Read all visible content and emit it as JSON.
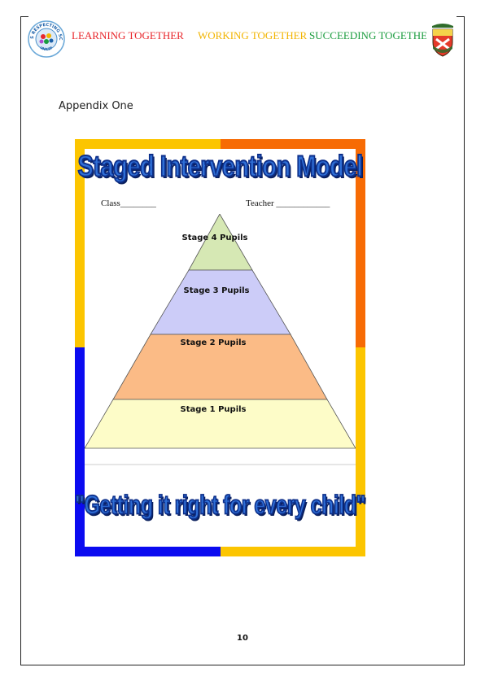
{
  "header": {
    "motto_learning": "LEARNING TOGETHER",
    "motto_working": "WORKING TOGETHER",
    "motto_succeeding": "SUCCEEDING TOGETHER",
    "left_logo_text": "RIGHTS RESPECTING SCHOOL",
    "left_logo_subtext": "UNICEF",
    "colors": {
      "learning": "#e8262b",
      "working": "#f2b400",
      "succeeding": "#1a9c3e"
    }
  },
  "document": {
    "heading": "Appendix One",
    "page_number": "10"
  },
  "poster": {
    "title": "Staged Intervention Model",
    "class_label": "Class________",
    "teacher_label": "Teacher  ____________",
    "stages": [
      {
        "label": "Stage 4 Pupils",
        "color": "#d6e8b4"
      },
      {
        "label": "Stage 3 Pupils",
        "color": "#ccccf8"
      },
      {
        "label": "Stage 2 Pupils",
        "color": "#fbbb86"
      },
      {
        "label": "Stage 1 Pupils",
        "color": "#fdfcc8"
      }
    ],
    "slogan": "\"Getting it right for every child\"",
    "frame_colors": {
      "yellow": "#fcc500",
      "orange": "#f76b04",
      "blue": "#0b0bf0"
    }
  }
}
